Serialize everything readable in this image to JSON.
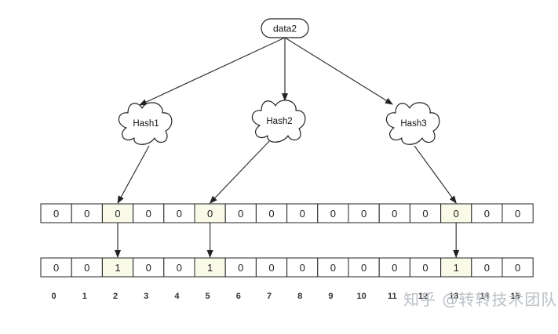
{
  "root": {
    "label": "data2"
  },
  "hashes": [
    {
      "label": "Hash1",
      "target": 2
    },
    {
      "label": "Hash2",
      "target": 5
    },
    {
      "label": "Hash3",
      "target": 13
    }
  ],
  "before_bits": [
    "0",
    "0",
    "0",
    "0",
    "0",
    "0",
    "0",
    "0",
    "0",
    "0",
    "0",
    "0",
    "0",
    "0",
    "0",
    "0"
  ],
  "after_bits": [
    "0",
    "0",
    "1",
    "0",
    "0",
    "1",
    "0",
    "0",
    "0",
    "0",
    "0",
    "0",
    "0",
    "1",
    "0",
    "0"
  ],
  "indices": [
    "0",
    "1",
    "2",
    "3",
    "4",
    "5",
    "6",
    "7",
    "8",
    "9",
    "10",
    "11",
    "12",
    "13",
    "14",
    "15"
  ],
  "highlighted": [
    2,
    5,
    13
  ],
  "colors": {
    "highlight": "#fafae8",
    "border": "#222222",
    "line": "#333333",
    "watermark": "#b9bfc6"
  },
  "watermark": "知乎 @转转技术团队"
}
